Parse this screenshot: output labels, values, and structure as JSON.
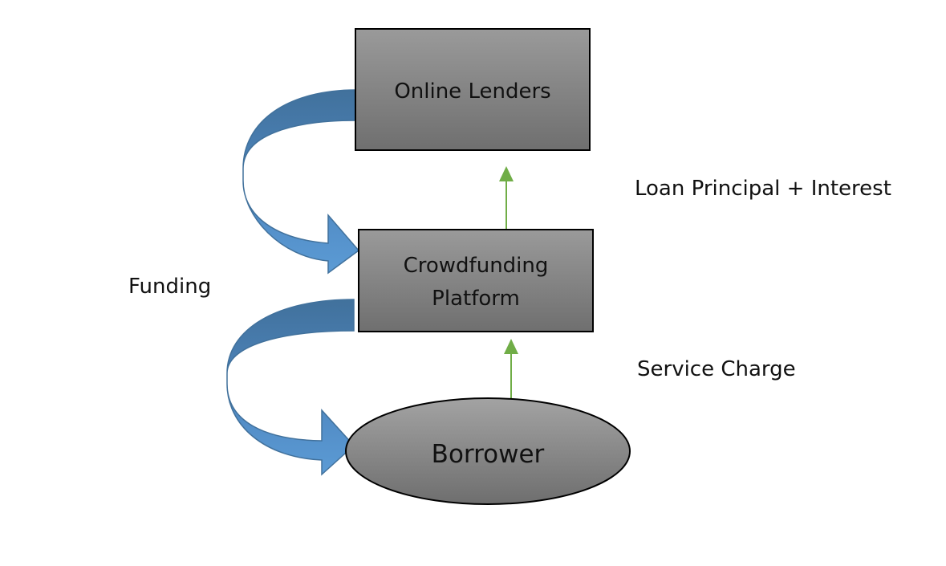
{
  "nodes": {
    "online_lenders": {
      "label": "Online Lenders"
    },
    "crowdfunding_platform": {
      "label_line1": "Crowdfunding",
      "label_line2": "Platform"
    },
    "borrower": {
      "label": "Borrower"
    }
  },
  "edges": {
    "platform_to_lenders": {
      "label": "Loan Principal + Interest"
    },
    "borrower_to_platform": {
      "label": "Service Charge"
    },
    "funding": {
      "label": "Funding"
    }
  },
  "colors": {
    "node_fill_top": "#9a9a9a",
    "node_fill_bottom": "#6e6e6e",
    "curved_arrow_light": "#5b9bd5",
    "curved_arrow_dark": "#41719c",
    "straight_arrow": "#70ad47"
  }
}
